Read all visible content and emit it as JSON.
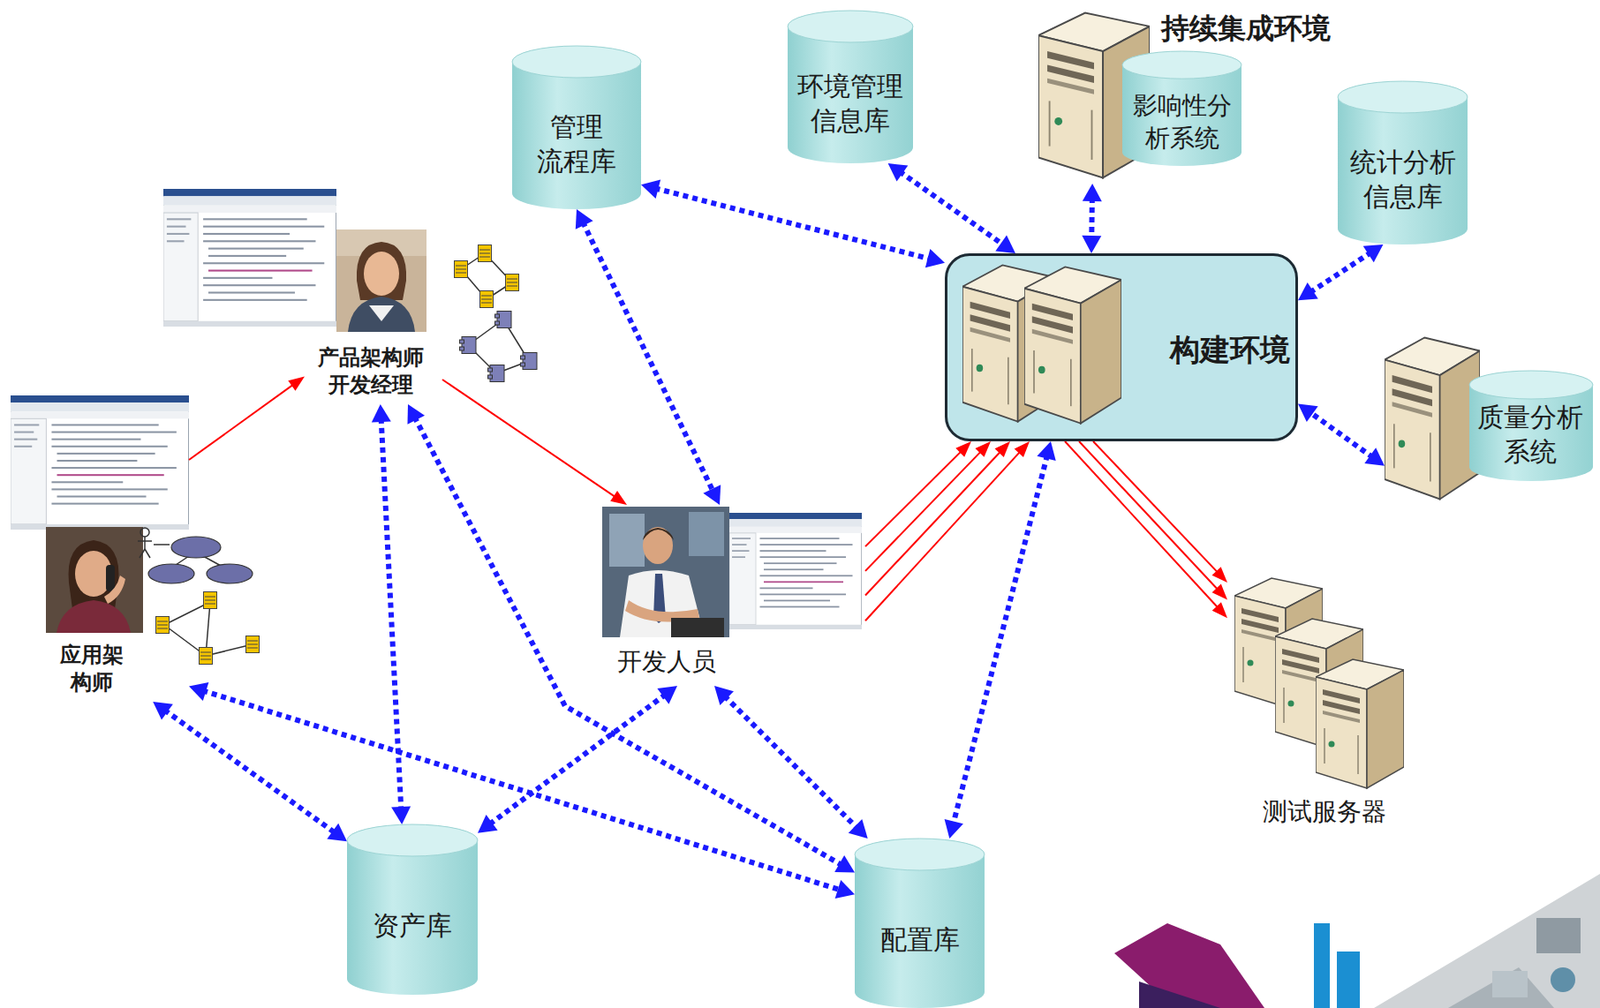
{
  "diagram": {
    "nodes": [
      {
        "text": [
          "管理 流程库"
        ]
      },
      {
        "text": [
          "环境管理 信息库"
        ]
      },
      {
        "text": [
          "持续集成环境"
        ]
      },
      {
        "text": [
          "影响性分 析系统"
        ],
        "in": 2
      },
      {
        "text": [
          "统计分析 信息库"
        ]
      },
      {
        "text": [
          "产品架构师 开发经理"
        ]
      },
      {
        "text": [
          "构建环境"
        ]
      },
      {
        "text": [
          "质量分析 系统"
        ]
      },
      {
        "text": [
          "应用架 构师"
        ]
      },
      {
        "text": [
          "开发人员"
        ]
      },
      {
        "text": [
          "测试服务器"
        ]
      },
      {
        "text": [
          "资产库"
        ]
      },
      {
        "text": [
          "配置库"
        ]
      }
    ],
    "edges": [
      {
        "from": 0,
        "to": 6,
        "arrow": "both"
      },
      {
        "from": 0,
        "to": 9,
        "arrow": "both"
      },
      {
        "from": 1,
        "to": 6,
        "arrow": "both"
      },
      {
        "from": 2,
        "to": 6,
        "arrow": "both"
      },
      {
        "from": 4,
        "to": 6,
        "arrow": "both"
      },
      {
        "from": 7,
        "to": 6,
        "arrow": "both"
      },
      {
        "from": 6,
        "to": 12,
        "arrow": "both"
      },
      {
        "from": 5,
        "to": 11,
        "arrow": "both"
      },
      {
        "from": 5,
        "to": 12,
        "arrow": "both"
      },
      {
        "from": 8,
        "to": 11,
        "arrow": "both"
      },
      {
        "from": 8,
        "to": 12,
        "arrow": "both"
      },
      {
        "from": 9,
        "to": 11,
        "arrow": "both"
      },
      {
        "from": 9,
        "to": 12,
        "arrow": "both"
      },
      {
        "from": 8,
        "to": 5,
        "arrow": "to"
      },
      {
        "from": 5,
        "to": 9,
        "arrow": "to"
      },
      {
        "from": 9,
        "to": 6,
        "arrow": "to"
      },
      {
        "from": 9,
        "to": 6,
        "arrow": "to"
      },
      {
        "from": 9,
        "to": 6,
        "arrow": "to"
      },
      {
        "from": 9,
        "to": 6,
        "arrow": "to"
      },
      {
        "from": 6,
        "to": 10,
        "arrow": "to"
      },
      {
        "from": 6,
        "to": 10,
        "arrow": "to"
      },
      {
        "from": 6,
        "to": 10,
        "arrow": "to"
      }
    ]
  }
}
